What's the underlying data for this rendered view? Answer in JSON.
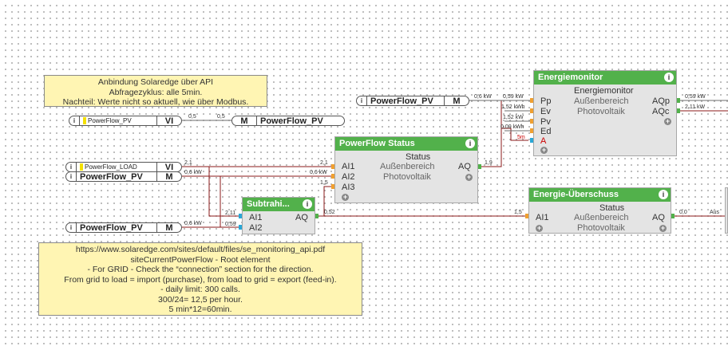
{
  "note_top": {
    "lines": [
      "Anbindung Solaredge über API",
      "Abfragezyklus: alle 5min.",
      "Nachteil: Werte nicht so aktuell, wie über Modbus."
    ]
  },
  "note_bottom": {
    "lines": [
      "https://www.solaredge.com/sites/default/files/se_monitoring_api.pdf",
      "siteCurrentPowerFlow - Root element",
      "- For GRID - Check the “connection” section for the direction.",
      "From grid to load = import (purchase), from load to grid = export (feed-in).",
      "- daily limit: 300 calls.",
      "300/24= 12,5 per hour.",
      "5 min*12=60min."
    ]
  },
  "pills": {
    "pv_vi": {
      "name": "PowerFlow_PV",
      "type": "VI"
    },
    "pv_out": {
      "name": "PowerFlow_PV",
      "type": "M"
    },
    "load_vi": {
      "name": "PowerFlow_LOAD",
      "type": "VI"
    },
    "pv_m1": {
      "name": "PowerFlow_PV",
      "type": "M"
    },
    "pv_m2": {
      "name": "PowerFlow_PV",
      "type": "M"
    },
    "pv_m3": {
      "name": "PowerFlow_PV",
      "type": "M"
    }
  },
  "wire_labels": {
    "w1a": "0,5",
    "w1b": "0,5",
    "w2": "2,1",
    "w3": "0,6 kW",
    "w4a": "2,1",
    "w4b": "0,6 kW",
    "w5": "1,5",
    "w6a": "2,11",
    "w6b": "0,59",
    "w7": "0,6 kW",
    "w8": "0,52",
    "w9": "1,5",
    "w10": "1,9",
    "w11": "0,6 kW",
    "w12": "0,59 kW",
    "w13": "1,52 kWh",
    "w14": "1,52 kW",
    "w15": "0,00 kWh",
    "w16": "5m",
    "w17": "0,59 kW",
    "w18": "2,11 kW",
    "w19": "0,0",
    "w20": "Aus"
  },
  "blocks": {
    "energiemonitor": {
      "title": "Energiemonitor",
      "status": "Energiemonitor",
      "line1": "Außenbereich",
      "line2": "Photovoltaik",
      "inputs": [
        "Pp",
        "Ev",
        "Pv",
        "Ed",
        "A"
      ],
      "outputs": [
        "AQp",
        "AQc"
      ]
    },
    "powerflow_status": {
      "title": "PowerFlow Status",
      "status": "Status",
      "line1": "Außenbereich",
      "line2": "Photovoltaik",
      "inputs": [
        "AI1",
        "AI2",
        "AI3"
      ],
      "output": "AQ"
    },
    "subtrahierer": {
      "title": "Subtrahi...",
      "inputs": [
        "AI1",
        "AI2"
      ],
      "output": "AQ"
    },
    "energie_ueberschuss": {
      "title": "Energie-Überschuss",
      "status": "Status",
      "line1": "Außenbereich",
      "line2": "Photovoltaik",
      "inputs": [
        "AI1"
      ],
      "output": "AQ"
    }
  },
  "icons": {
    "info": "i",
    "plus": "+"
  },
  "colors": {
    "header_green": "#52b14b",
    "note_yellow": "#fff5b3",
    "wire_red": "#8b1a1a",
    "wire_gray": "#6d6d6d",
    "pin_orange": "#f0a030",
    "pin_blue": "#2aa7d6",
    "pin_green": "#52b14b"
  }
}
